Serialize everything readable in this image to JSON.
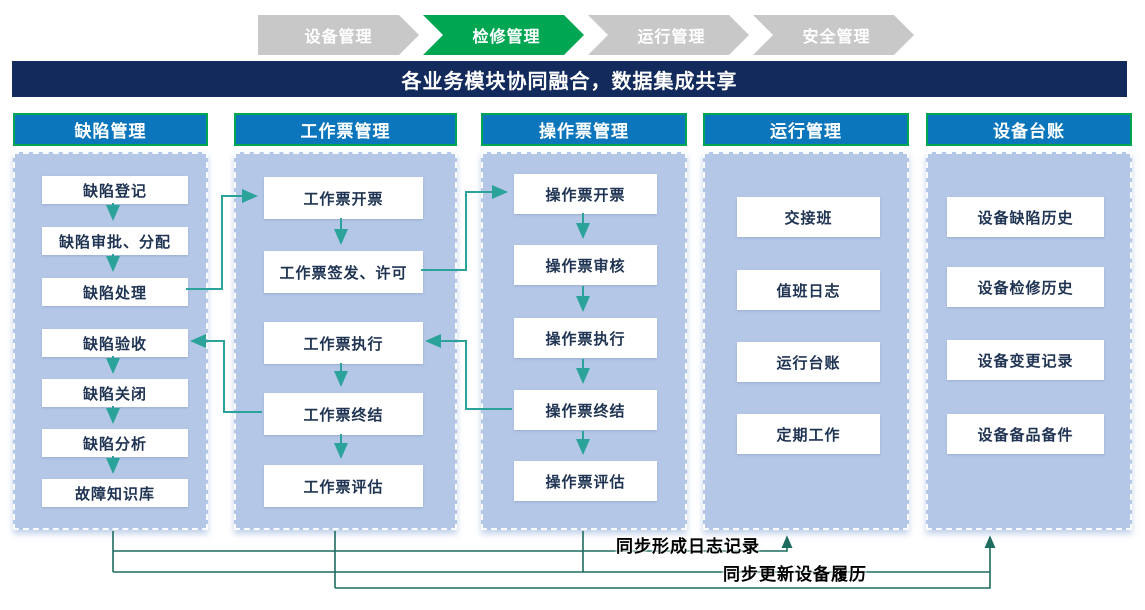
{
  "tabs": [
    {
      "label": "设备管理",
      "active": false
    },
    {
      "label": "检修管理",
      "active": true
    },
    {
      "label": "运行管理",
      "active": false
    },
    {
      "label": "安全管理",
      "active": false
    }
  ],
  "banner": {
    "title": "各业务模块协同融合，数据集成共享"
  },
  "columns": [
    {
      "header": "缺陷管理",
      "steps": [
        "缺陷登记",
        "缺陷审批、分配",
        "缺陷处理",
        "缺陷验收",
        "缺陷关闭",
        "缺陷分析",
        "故障知识库"
      ]
    },
    {
      "header": "工作票管理",
      "steps": [
        "工作票开票",
        "工作票签发、许可",
        "工作票执行",
        "工作票终结",
        "工作票评估"
      ]
    },
    {
      "header": "操作票管理",
      "steps": [
        "操作票开票",
        "操作票审核",
        "操作票执行",
        "操作票终结",
        "操作票评估"
      ]
    },
    {
      "header": "运行管理",
      "steps": [
        "交接班",
        "值班日志",
        "运行台账",
        "定期工作"
      ]
    },
    {
      "header": "设备台账",
      "steps": [
        "设备缺陷历史",
        "设备检修历史",
        "设备变更记录",
        "设备备品备件"
      ]
    }
  ],
  "annotations": {
    "sync_log": "同步形成日志记录",
    "sync_equipment": "同步更新设备履历"
  },
  "colors": {
    "active_tab_green": "#00A651",
    "tab_gray": "#C8C8C8",
    "banner_navy": "#122B5C",
    "header_blue": "#0B76BC",
    "panel_lavender": "#B4C7E7",
    "flow_arrow_teal": "#2BA39B",
    "sync_line_green": "#1E6C5F"
  }
}
